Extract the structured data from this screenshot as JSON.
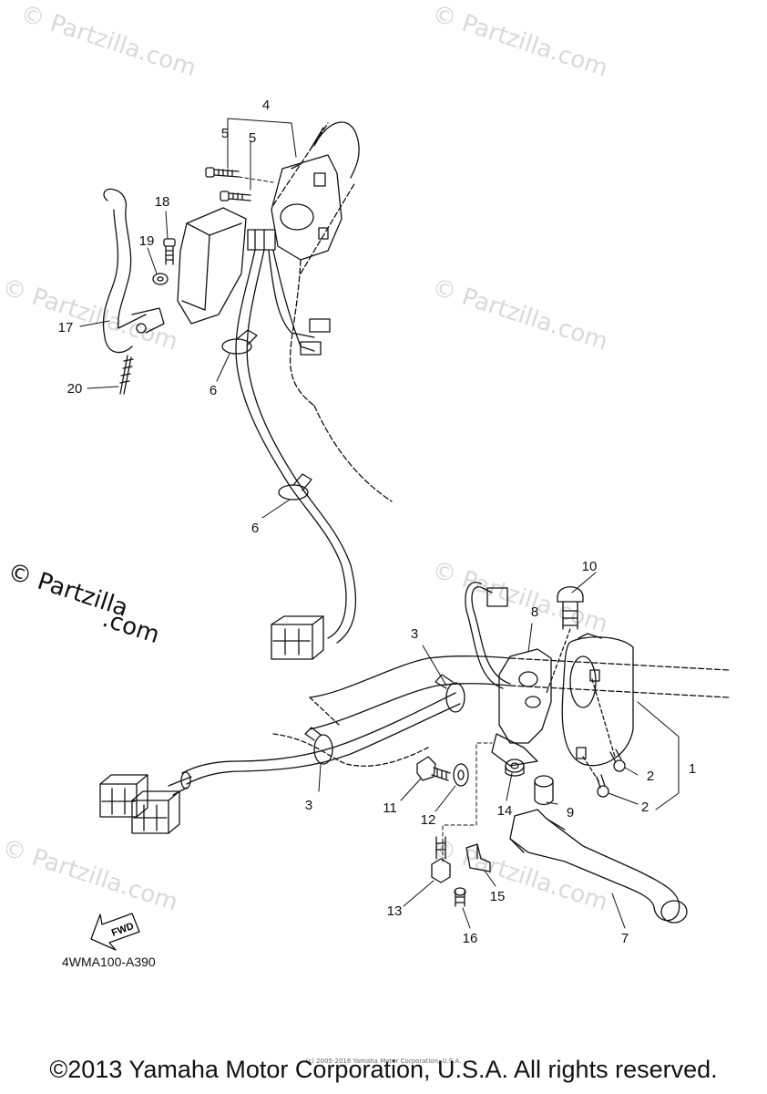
{
  "watermark": {
    "text": "© Partzilla.com",
    "prominent_text_a": "© Partzilla",
    "prominent_text_b": ".com"
  },
  "callouts": [
    {
      "id": "1",
      "name": "callout-1"
    },
    {
      "id": "2",
      "name": "callout-2a"
    },
    {
      "id": "2",
      "name": "callout-2b"
    },
    {
      "id": "3",
      "name": "callout-3a"
    },
    {
      "id": "3",
      "name": "callout-3b"
    },
    {
      "id": "4",
      "name": "callout-4"
    },
    {
      "id": "5",
      "name": "callout-5a"
    },
    {
      "id": "5",
      "name": "callout-5b"
    },
    {
      "id": "6",
      "name": "callout-6a"
    },
    {
      "id": "6",
      "name": "callout-6b"
    },
    {
      "id": "7",
      "name": "callout-7"
    },
    {
      "id": "8",
      "name": "callout-8"
    },
    {
      "id": "9",
      "name": "callout-9"
    },
    {
      "id": "10",
      "name": "callout-10"
    },
    {
      "id": "11",
      "name": "callout-11"
    },
    {
      "id": "12",
      "name": "callout-12"
    },
    {
      "id": "13",
      "name": "callout-13"
    },
    {
      "id": "14",
      "name": "callout-14"
    },
    {
      "id": "15",
      "name": "callout-15"
    },
    {
      "id": "16",
      "name": "callout-16"
    },
    {
      "id": "17",
      "name": "callout-17"
    },
    {
      "id": "18",
      "name": "callout-18"
    },
    {
      "id": "19",
      "name": "callout-19"
    },
    {
      "id": "20",
      "name": "callout-20"
    }
  ],
  "fwd_label": "FWD",
  "diagram_ref": "4WMA100-A390",
  "footer": "©2013 Yamaha Motor Corporation, U.S.A. All rights reserved.",
  "fine_print": "(c) 2005-2016 Yamaha Motor Corporation, U.S.A."
}
